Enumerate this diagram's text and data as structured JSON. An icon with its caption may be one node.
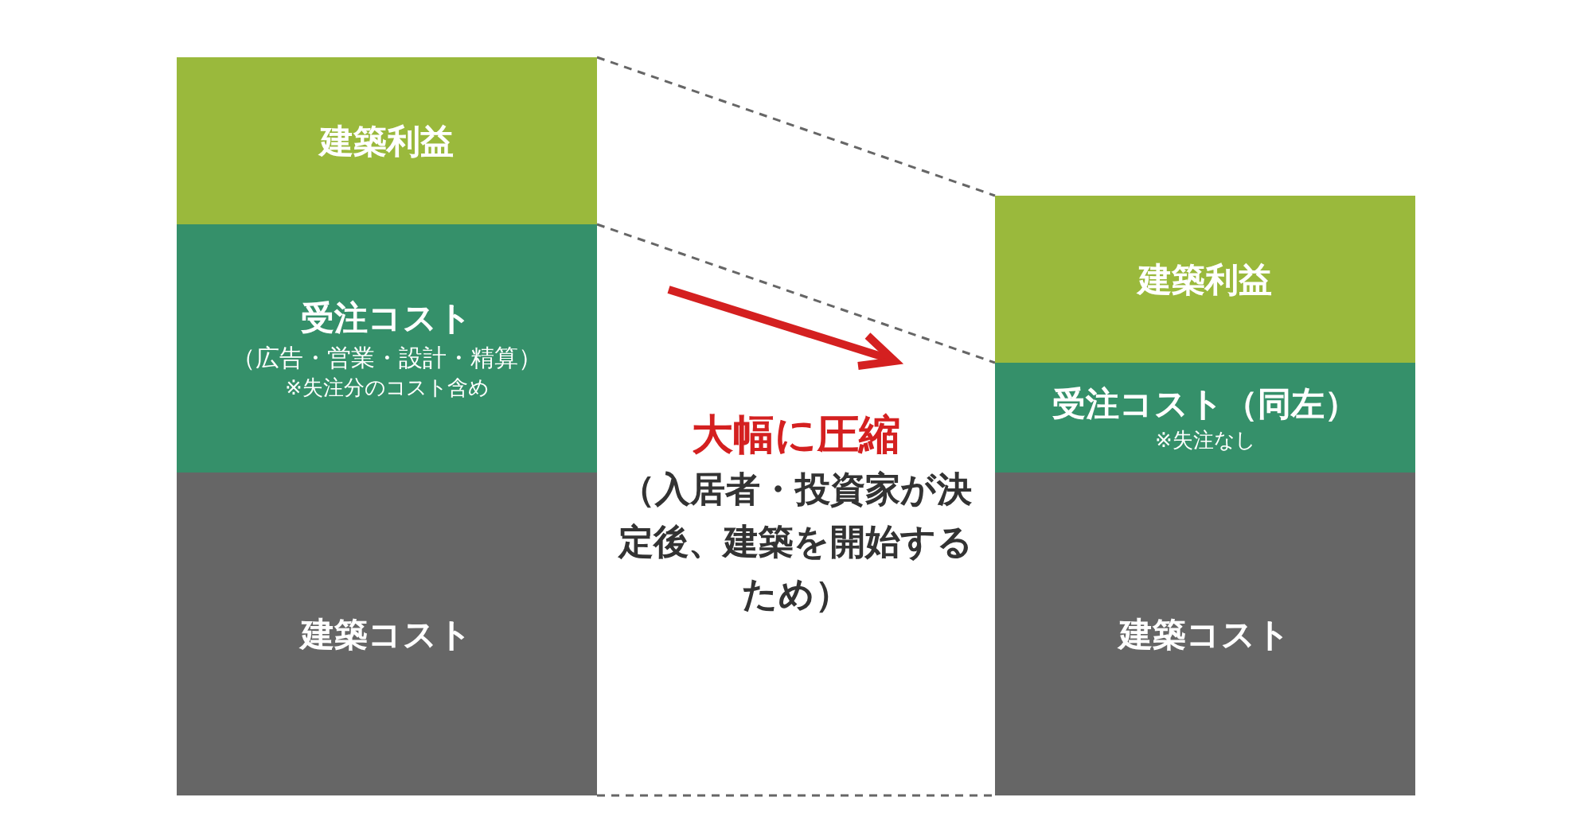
{
  "diagram": {
    "nodes": [
      {
        "text": [
          "建築利益"
        ]
      },
      {
        "text": [
          "受注コスト",
          "（広告・営業・設計・精算）",
          "※失注分のコスト含め"
        ]
      },
      {
        "text": [
          "建築コスト"
        ]
      },
      {
        "text": [
          "建築利益"
        ]
      },
      {
        "text": [
          "受注コスト（同左）",
          "※失注なし"
        ]
      },
      {
        "text": [
          "建築コスト"
        ]
      }
    ],
    "edges": [
      {
        "from": 0,
        "to": 3,
        "arrow": "none",
        "style": "dashed"
      },
      {
        "from": 1,
        "to": 4,
        "arrow": "none",
        "style": "dashed"
      },
      {
        "from": 2,
        "to": 5,
        "arrow": "none",
        "style": "dashed"
      }
    ],
    "labels": [
      "大幅に圧縮",
      "（入居者・投資家が決定後、建築を開始するため）"
    ]
  }
}
